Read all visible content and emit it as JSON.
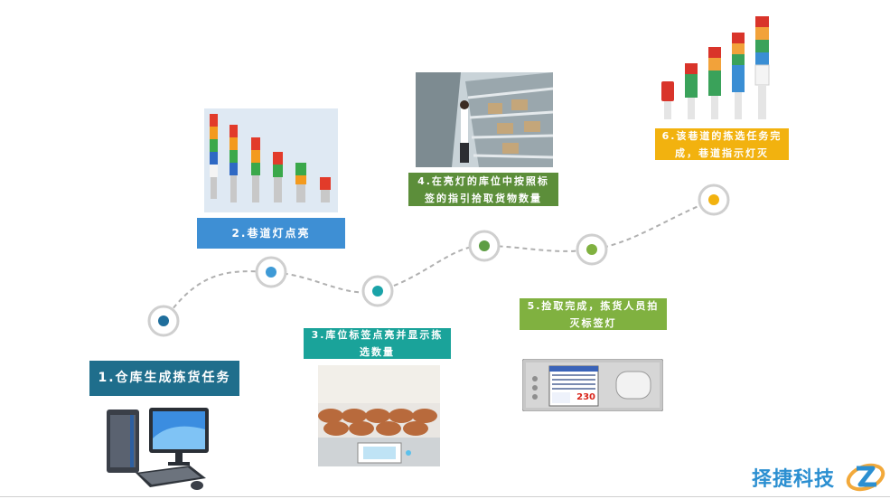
{
  "steps": [
    {
      "label": "1.仓库生成拣货任务",
      "dot_color": "#1f6e9c"
    },
    {
      "label": "2.巷道灯点亮",
      "dot_color": "#3e9ad6"
    },
    {
      "label": "3.库位标签点亮并显示拣选数量",
      "dot_color": "#1aa3a8"
    },
    {
      "label": "4.在亮灯的库位中按照标签的指引拾取货物数量",
      "dot_color": "#5e9e44"
    },
    {
      "label": "5.捡取完成，拣货人员拍灭标签灯",
      "dot_color": "#80b140"
    },
    {
      "label": "6.该巷道的拣选任务完成，巷道指示灯灭",
      "dot_color": "#f2b20f"
    }
  ],
  "tag_display": {
    "value": "230"
  },
  "brand": {
    "name": "择捷科技"
  }
}
